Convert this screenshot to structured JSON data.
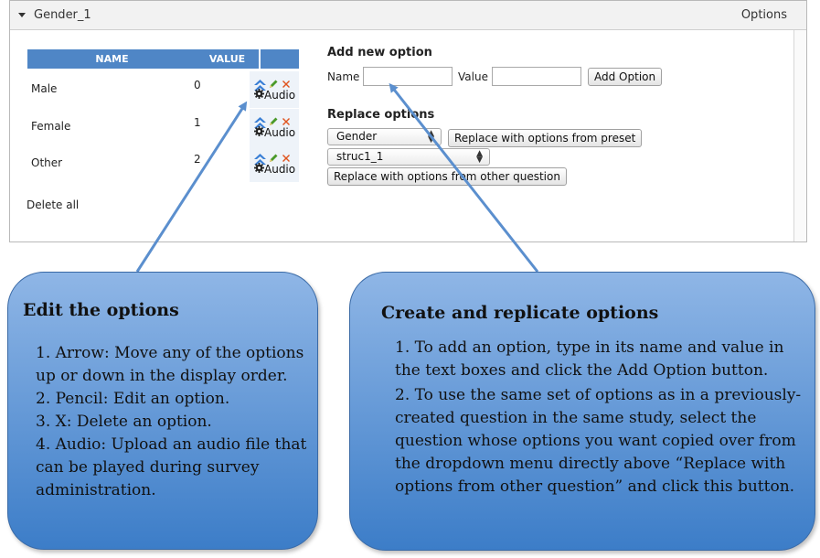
{
  "panel": {
    "title": "Gender_1",
    "options_link": "Options"
  },
  "table": {
    "headers": {
      "name": "NAME",
      "value": "VALUE"
    },
    "rows": [
      {
        "name": "Male",
        "value": "0"
      },
      {
        "name": "Female",
        "value": "1"
      },
      {
        "name": "Other",
        "value": "2"
      }
    ],
    "audio_label": "Audio",
    "delete_all": "Delete all"
  },
  "add_option": {
    "heading": "Add new option",
    "name_label": "Name",
    "value_label": "Value",
    "name_value": "",
    "value_value": "",
    "button": "Add Option"
  },
  "replace_options": {
    "heading": "Replace options",
    "preset_selected": "Gender",
    "preset_button": "Replace with options from preset",
    "question_selected": "struc1_1",
    "question_button": "Replace with options from other question"
  },
  "callouts": {
    "left": {
      "title": "Edit the options",
      "items": [
        "1. Arrow: Move any of the options up or down in the display order.",
        "2. Pencil: Edit an option.",
        "3. X: Delete an option.",
        "4. Audio: Upload an audio file that can be played during survey administration."
      ]
    },
    "right": {
      "title": "Create and replicate options",
      "items": [
        "1. To add an option, type in its name and value in the text boxes and click the Add Option button.",
        "2. To use the same set of options as in a previously-created question in the same study, select the question whose options you want copied over from the dropdown menu directly above “Replace with options from other question” and click this button."
      ]
    }
  },
  "colors": {
    "table_header": "#4f86c6",
    "arrow_icon": "#3a7fd5",
    "pencil_icon": "#4a9a2a",
    "delete_icon": "#e0531d",
    "callout_fill": "#5f93d4",
    "callout_arrow": "#5b8fce"
  }
}
